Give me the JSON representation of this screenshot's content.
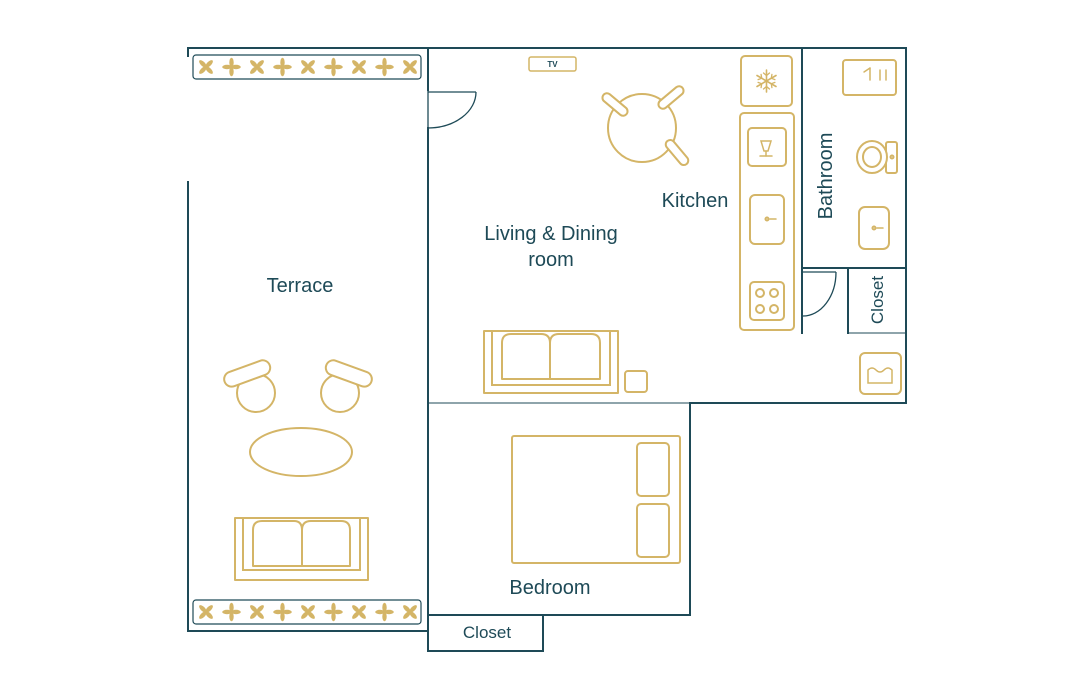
{
  "rooms": {
    "terrace": "Terrace",
    "living_line1": "Living & Dining",
    "living_line2": "room",
    "kitchen": "Kitchen",
    "bathroom": "Bathroom",
    "closet_right": "Closet",
    "bedroom": "Bedroom",
    "closet_bottom": "Closet"
  },
  "fixtures": {
    "tv": "TV"
  },
  "colors": {
    "wall": "#1e4a57",
    "furniture": "#d4b567",
    "background": "#ffffff"
  }
}
